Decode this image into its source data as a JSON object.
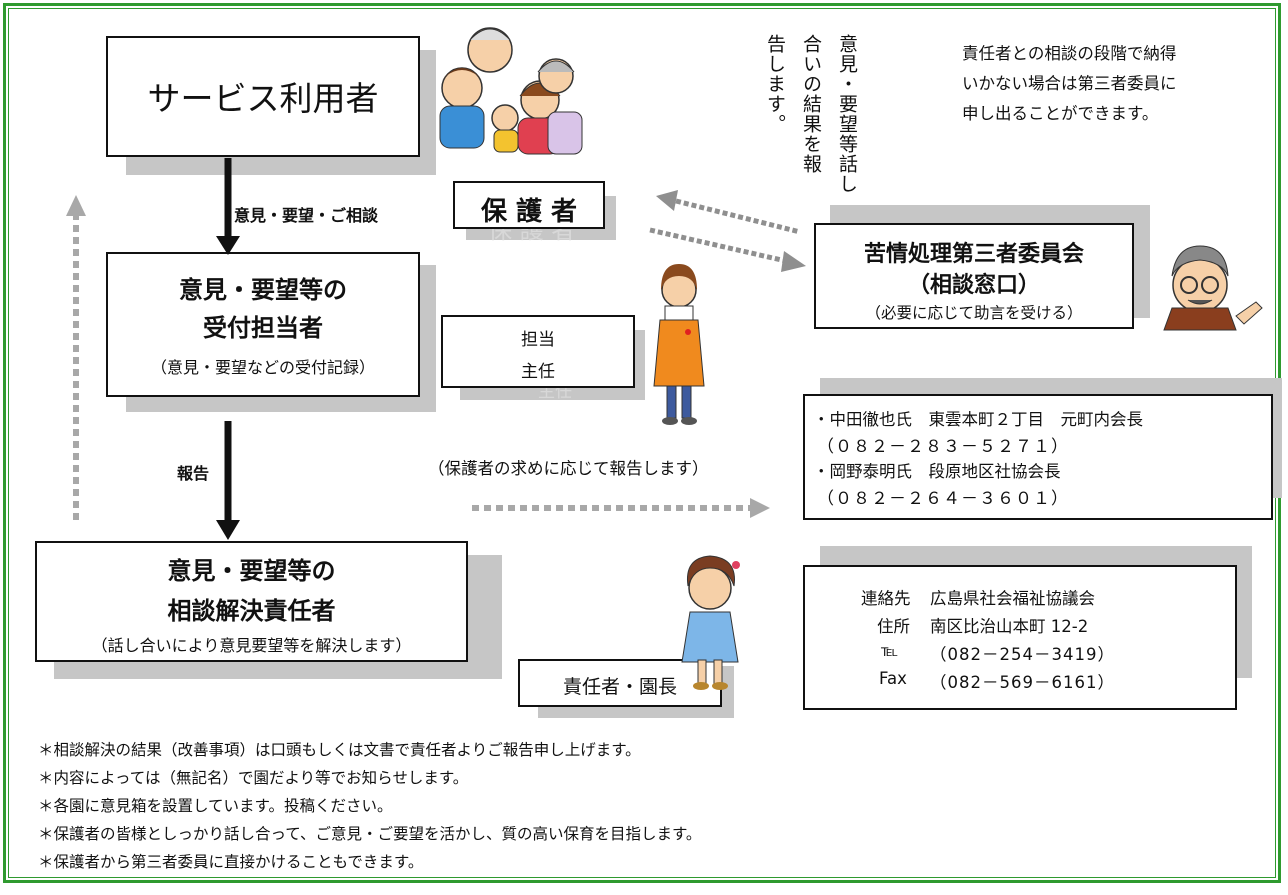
{
  "boxes": {
    "user": "サービス利用者",
    "guardian": "保 護 者",
    "guardian_ghost": "保 護 者",
    "receiver_title1": "意見・要望等の",
    "receiver_title2": "受付担当者",
    "receiver_sub": "（意見・要望などの受付記録）",
    "staff1": "担当",
    "staff2": "主任",
    "staff_ghost": "主任",
    "resolver_title1": "意見・要望等の",
    "resolver_title2": "相談解決責任者",
    "resolver_sub": "（話し合いにより意見要望等を解決します）",
    "director": "責任者・園長",
    "committee_title1": "苦情処理第三者委員会",
    "committee_title2": "（相談窓口）",
    "committee_sub": "（必要に応じて助言を受ける）"
  },
  "arrows": {
    "opinion": "意見・要望・ご相談",
    "report": "報告",
    "report_to_guardian": "（保護者の求めに応じて報告します）"
  },
  "vertical_note": {
    "col1": "意見・要望等話し",
    "col2": "合いの結果を報",
    "col3": "告します。"
  },
  "third_party_note": [
    "責任者との相談の段階で納得",
    "いかない場合は第三者委員に",
    "申し出ることができます。"
  ],
  "members": [
    "・中田徹也氏　東雲本町２丁目　元町内会長",
    "（０８２－２８３－５２７１）",
    "・岡野泰明氏　段原地区社協会長",
    "（０８２－２６４－３６０１）"
  ],
  "contact": {
    "org_label": "連絡先",
    "org": "広島県社会福祉協議会",
    "addr_label": "住所",
    "addr": "南区比治山本町 12-2",
    "tel_label": "℡",
    "tel": "（082－254－3419）",
    "fax_label": "Fax",
    "fax": "（082－569－6161）"
  },
  "notes": [
    "＊相談解決の結果（改善事項）は口頭もしくは文書で責任者よりご報告申し上げます。",
    "＊内容によっては（無記名）で園だより等でお知らせします。",
    "＊各園に意見箱を設置しています。投稿ください。",
    "＊保護者の皆様としっかり話し合って、ご意見・ご要望を活かし、質の高い保育を目指します。",
    "＊保護者から第三者委員に直接かけることもできます。"
  ],
  "colors": {
    "frame": "#2f9a2f",
    "shadow": "#c6c6c6",
    "arrow_gray": "#a8a8a8"
  },
  "illustrations": [
    "family-illustration",
    "staff-woman-illustration",
    "director-woman-illustration",
    "elderly-man-illustration"
  ]
}
